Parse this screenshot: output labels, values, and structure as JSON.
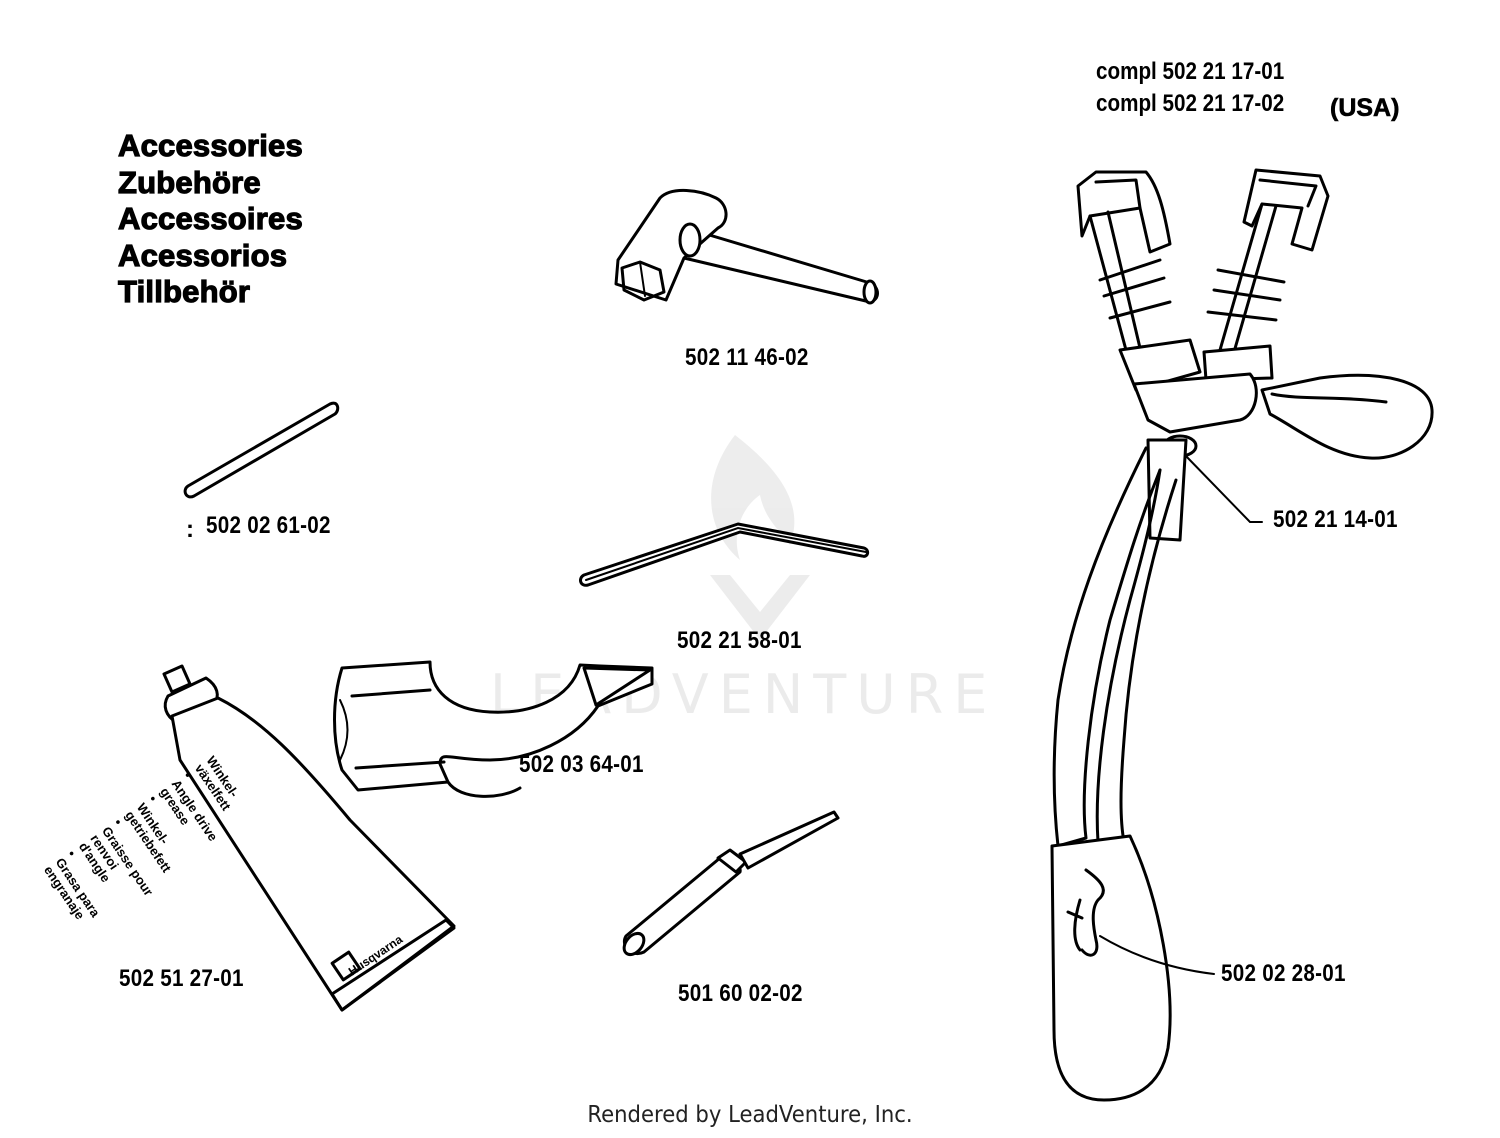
{
  "title_lines": [
    "Accessories",
    "Zubehöre",
    "Accessoires",
    "Acessorios",
    "Tillbehör"
  ],
  "parts": {
    "wrench": "502 11 46-02",
    "rod": "502 02 61-02",
    "rod_marker": ":",
    "hex_key": "502 21 58-01",
    "guard": "502 03 64-01",
    "grease_tube": "502 51 27-01",
    "file": "501 60 02-02",
    "harness_clip": "502 21 14-01",
    "harness_pad": "502 02 28-01"
  },
  "harness": {
    "compl_1": "compl 502 21 17-01",
    "compl_2": "compl 502 21 17-02",
    "usa": "(USA)"
  },
  "tube_label": [
    "Winkel-",
    "växelfett",
    "•",
    "Angle drive",
    "grease",
    "•",
    "Winkel-",
    "getriebefett",
    "•",
    "Graisse pour",
    "renvoi",
    "d'angle",
    "•",
    "Grasa para",
    "engranaje"
  ],
  "tube_brand": "Husqvarna",
  "watermark": "LEADVENTURE",
  "footer": "Rendered by LeadVenture, Inc."
}
